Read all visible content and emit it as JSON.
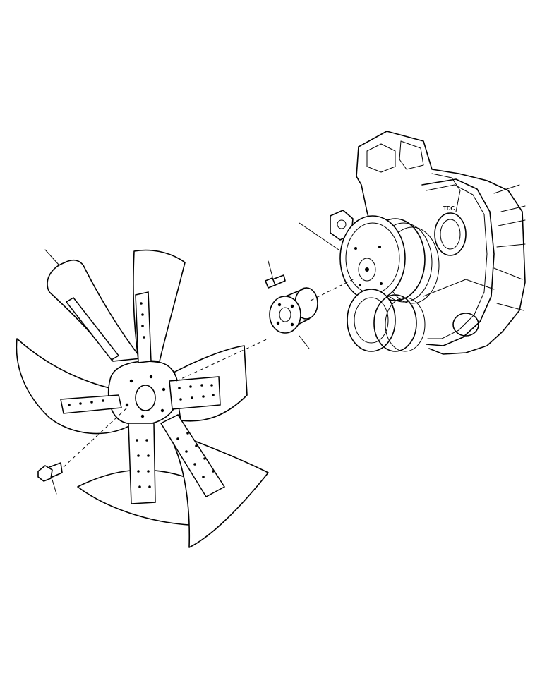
{
  "diagram": {
    "engine_label": "TDC",
    "parts": [
      {
        "name": "fan"
      },
      {
        "name": "fan-bolt"
      },
      {
        "name": "spacer"
      },
      {
        "name": "spacer-bolt"
      },
      {
        "name": "fan-pulley"
      }
    ],
    "colors": {
      "line": "#000000",
      "background": "#ffffff"
    }
  }
}
